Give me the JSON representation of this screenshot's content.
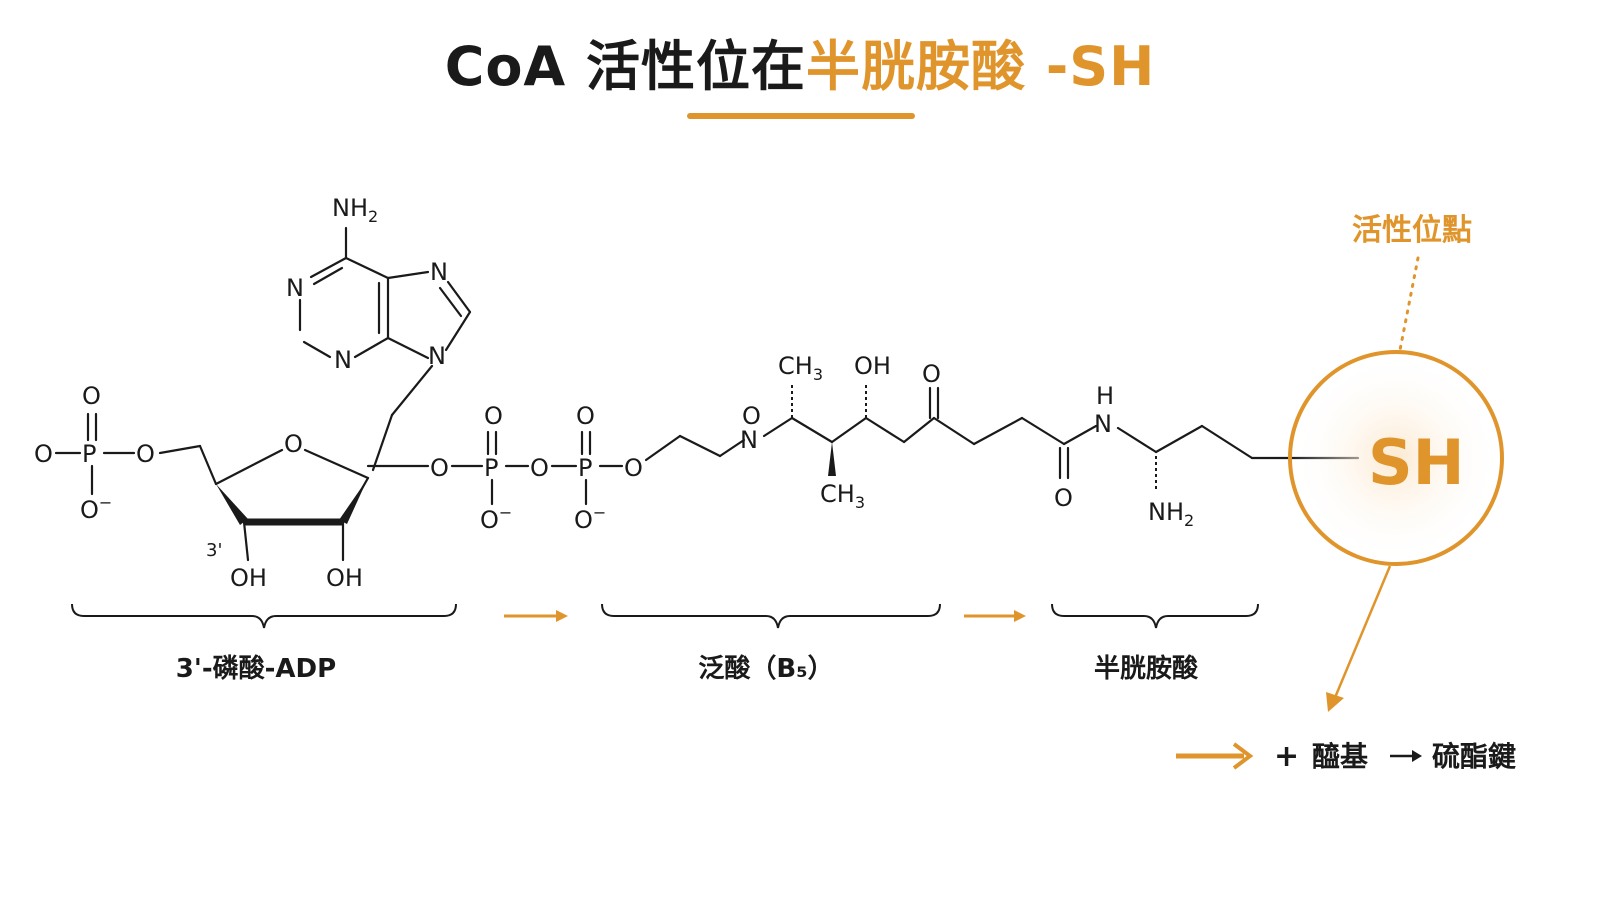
{
  "title": {
    "main": "CoA 活性位在",
    "accent": "半胱胺酸 -SH"
  },
  "colors": {
    "accent": "#e0952c",
    "ink": "#1a1a1a"
  },
  "atoms": {
    "nh2": "NH",
    "nh2_sub": "2",
    "n": "N",
    "o": "O",
    "p": "P",
    "o_minus": "O",
    "minus": "−",
    "oh": "OH",
    "ch3": "CH",
    "ch3_sub": "3",
    "h": "H",
    "three_prime": "3'"
  },
  "active_site": {
    "label": "活性位點",
    "group": "SH"
  },
  "segments": [
    {
      "label": "3'-磷酸-ADP"
    },
    {
      "label": "泛酸（B₅）"
    },
    {
      "label": "半胱胺酸"
    }
  ],
  "reaction": {
    "plus": "+",
    "acyl": "醯基",
    "product": "硫酯鍵"
  }
}
